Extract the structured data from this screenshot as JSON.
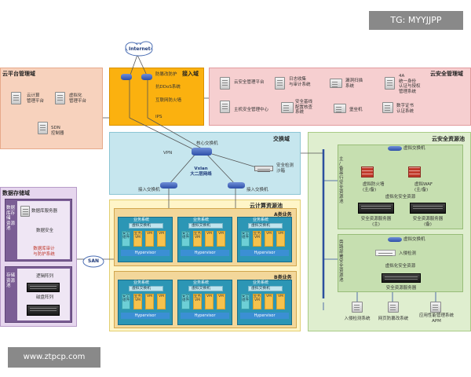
{
  "watermarks": {
    "top": "TG: MYYJJPP",
    "bottom": "www.ztpcp.com"
  },
  "internet": "Internet",
  "san": "SAN",
  "cloud_mgmt": {
    "title": "云平台管理域",
    "items": [
      "云计算\n管理平台",
      "虚拟化\n管理平台",
      "SDN\n控制器"
    ]
  },
  "access": {
    "title": "接入域",
    "items": [
      "防篡改防护",
      "抗DDoS系统",
      "互联网防火墙",
      "IPS"
    ]
  },
  "cloud_sec_mgmt": {
    "title": "云安全管理域",
    "items": [
      "云安全管理平台",
      "日志收集\n与审计系统",
      "漏洞扫描\n系统",
      "4A\n统一身份\n认证与授权\n管理系统",
      "主机安全管理中心",
      "安全基线\n配置核查\n系统",
      "堡垒机",
      "数字证书\n认证系统"
    ]
  },
  "exchange": {
    "title": "交换域",
    "core": "核心交换机",
    "vpn": "VPN",
    "vxlan": "Vxlan\n大二层网络",
    "access_sw": "接入交换机",
    "sandbox": "安全检测\n沙箱"
  },
  "storage": {
    "title": "数据存储域",
    "db_side": "数据库存储\n资源池",
    "db_server": "数据库服务器",
    "db_sec": "数据安全",
    "db_audit": "数据库审计\n与防护系统",
    "store_side": "存储资源池",
    "logic": "逻辑阵列",
    "disk": "磁盘阵列"
  },
  "compute": {
    "title": "云计算资源池",
    "groupA": "A类业务",
    "groupB": "B类业务",
    "biz_system": "业务系统",
    "vswitch": "虚拟交换机",
    "hypervisor": "Hypervisor",
    "vm_labels": [
      "安全\n组件",
      "业务\nVM",
      "VM"
    ]
  },
  "sec_res": {
    "title": "云安全资源池",
    "main_label": "主\n/\n备\n串\n行\n安\n全\n资\n源\n池",
    "side_label": "旁\n路\n部\n署\n安\n全\n资\n源\n池",
    "vswitch": "虚拟交换机",
    "fw": "虚拟防火墙\n(主/备)",
    "waf": "虚拟WAF\n(主/备)",
    "vsec_pool": "虚拟化安全资源",
    "phys_main": "安全资源服务器\n(主)",
    "phys_backup": "安全资源服务器\n(备)",
    "vswitch2": "虚拟交换机",
    "ids": "入侵检测",
    "vsec_pool2": "虚拟化安全资源",
    "phys2": "安全资源服务器",
    "intrusion": "入侵检测系统",
    "web_monitor": "网页防篡改系统",
    "apm": "应用性能管理系统\nAPM"
  }
}
